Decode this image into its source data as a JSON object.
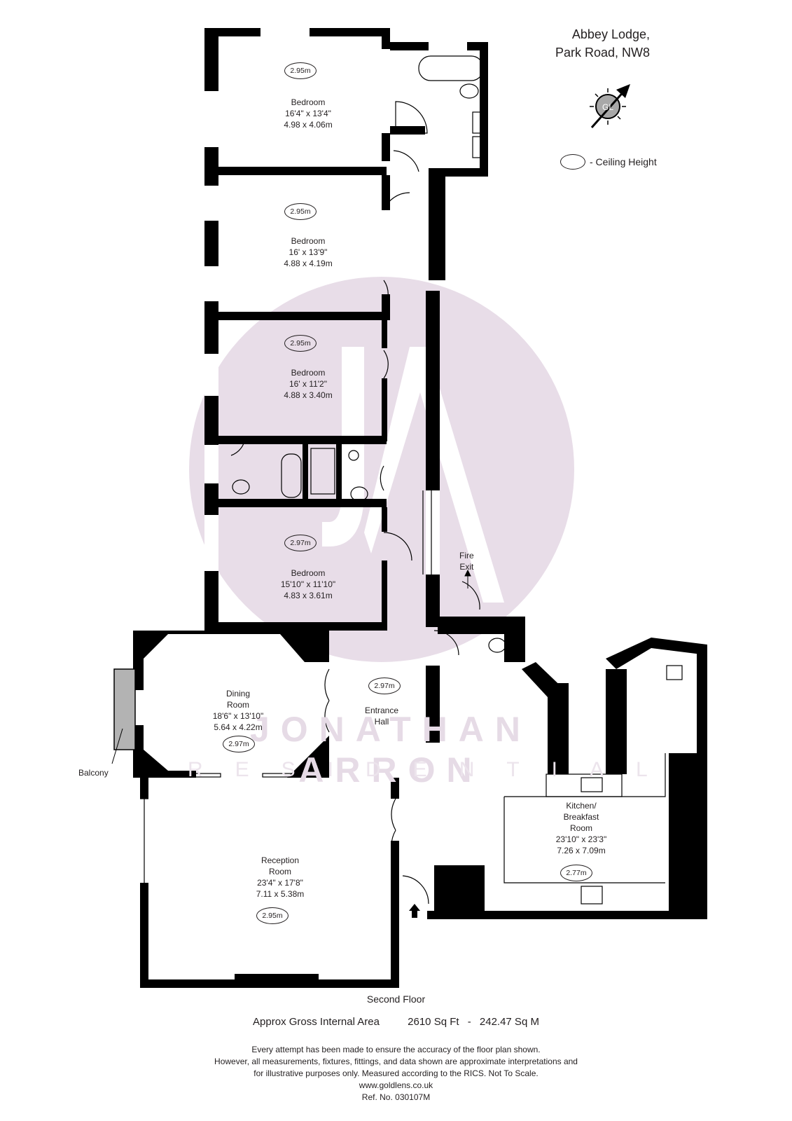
{
  "property": {
    "name_line1": "Abbey Lodge,",
    "name_line2": "Park Road, NW8"
  },
  "compass": {
    "label": "GL",
    "icon": "compass-north-arrow-icon",
    "direction_deg": 45
  },
  "legend": {
    "symbol": "oval",
    "label": "- Ceiling Height"
  },
  "watermark": {
    "line1": "JONATHAN ARRON",
    "line2": "RESIDENTIAL",
    "monogram": "JA",
    "color": "#e8dde8"
  },
  "colors": {
    "walls": "#000000",
    "watermark_circle": "#e8dde8",
    "balcony": "#b3b3b3",
    "background": "#ffffff"
  },
  "rooms": [
    {
      "id": "bedroom-1",
      "name": "Bedroom",
      "imperial": "16'4\" x 13'4\"",
      "metric": "4.98 x 4.06m",
      "ceiling": "2.95m"
    },
    {
      "id": "bedroom-2",
      "name": "Bedroom",
      "imperial": "16' x 13'9\"",
      "metric": "4.88 x 4.19m",
      "ceiling": "2.95m"
    },
    {
      "id": "bedroom-3",
      "name": "Bedroom",
      "imperial": "16' x 11'2\"",
      "metric": "4.88 x 3.40m",
      "ceiling": "2.95m"
    },
    {
      "id": "bedroom-4",
      "name": "Bedroom",
      "imperial": "15'10\" x 11'10\"",
      "metric": "4.83 x 3.61m",
      "ceiling": "2.97m"
    },
    {
      "id": "dining-room",
      "name_line1": "Dining",
      "name_line2": "Room",
      "imperial": "18'6\" x 13'10\"",
      "metric": "5.64 x 4.22m",
      "ceiling": "2.97m"
    },
    {
      "id": "entrance-hall",
      "name_line1": "Entrance",
      "name_line2": "Hall",
      "ceiling": "2.97m"
    },
    {
      "id": "reception-room",
      "name_line1": "Reception",
      "name_line2": "Room",
      "imperial": "23'4\" x 17'8\"",
      "metric": "7.11 x 5.38m",
      "ceiling": "2.95m"
    },
    {
      "id": "kitchen",
      "name_line1": "Kitchen/",
      "name_line2": "Breakfast",
      "name_line3": "Room",
      "imperial": "23'10\" x 23'3\"",
      "metric": "7.26 x 7.09m",
      "ceiling": "2.77m"
    }
  ],
  "annotations": {
    "fire_exit_line1": "Fire",
    "fire_exit_line2": "Exit",
    "balcony": "Balcony"
  },
  "footer": {
    "floor": "Second Floor",
    "area_label": "Approx Gross Internal Area",
    "area_sqft": "2610 Sq Ft",
    "area_sep": "-",
    "area_sqm": "242.47 Sq M",
    "disclaimer_1": "Every attempt has been made to ensure the accuracy of the floor plan shown.",
    "disclaimer_2": "However, all measurements, fixtures, fittings, and data shown are approximate interpretations and",
    "disclaimer_3": "for illustrative purposes only. Measured according to the RICS. Not To Scale.",
    "website": "www.goldlens.co.uk",
    "reference": "Ref. No. 030107M"
  }
}
